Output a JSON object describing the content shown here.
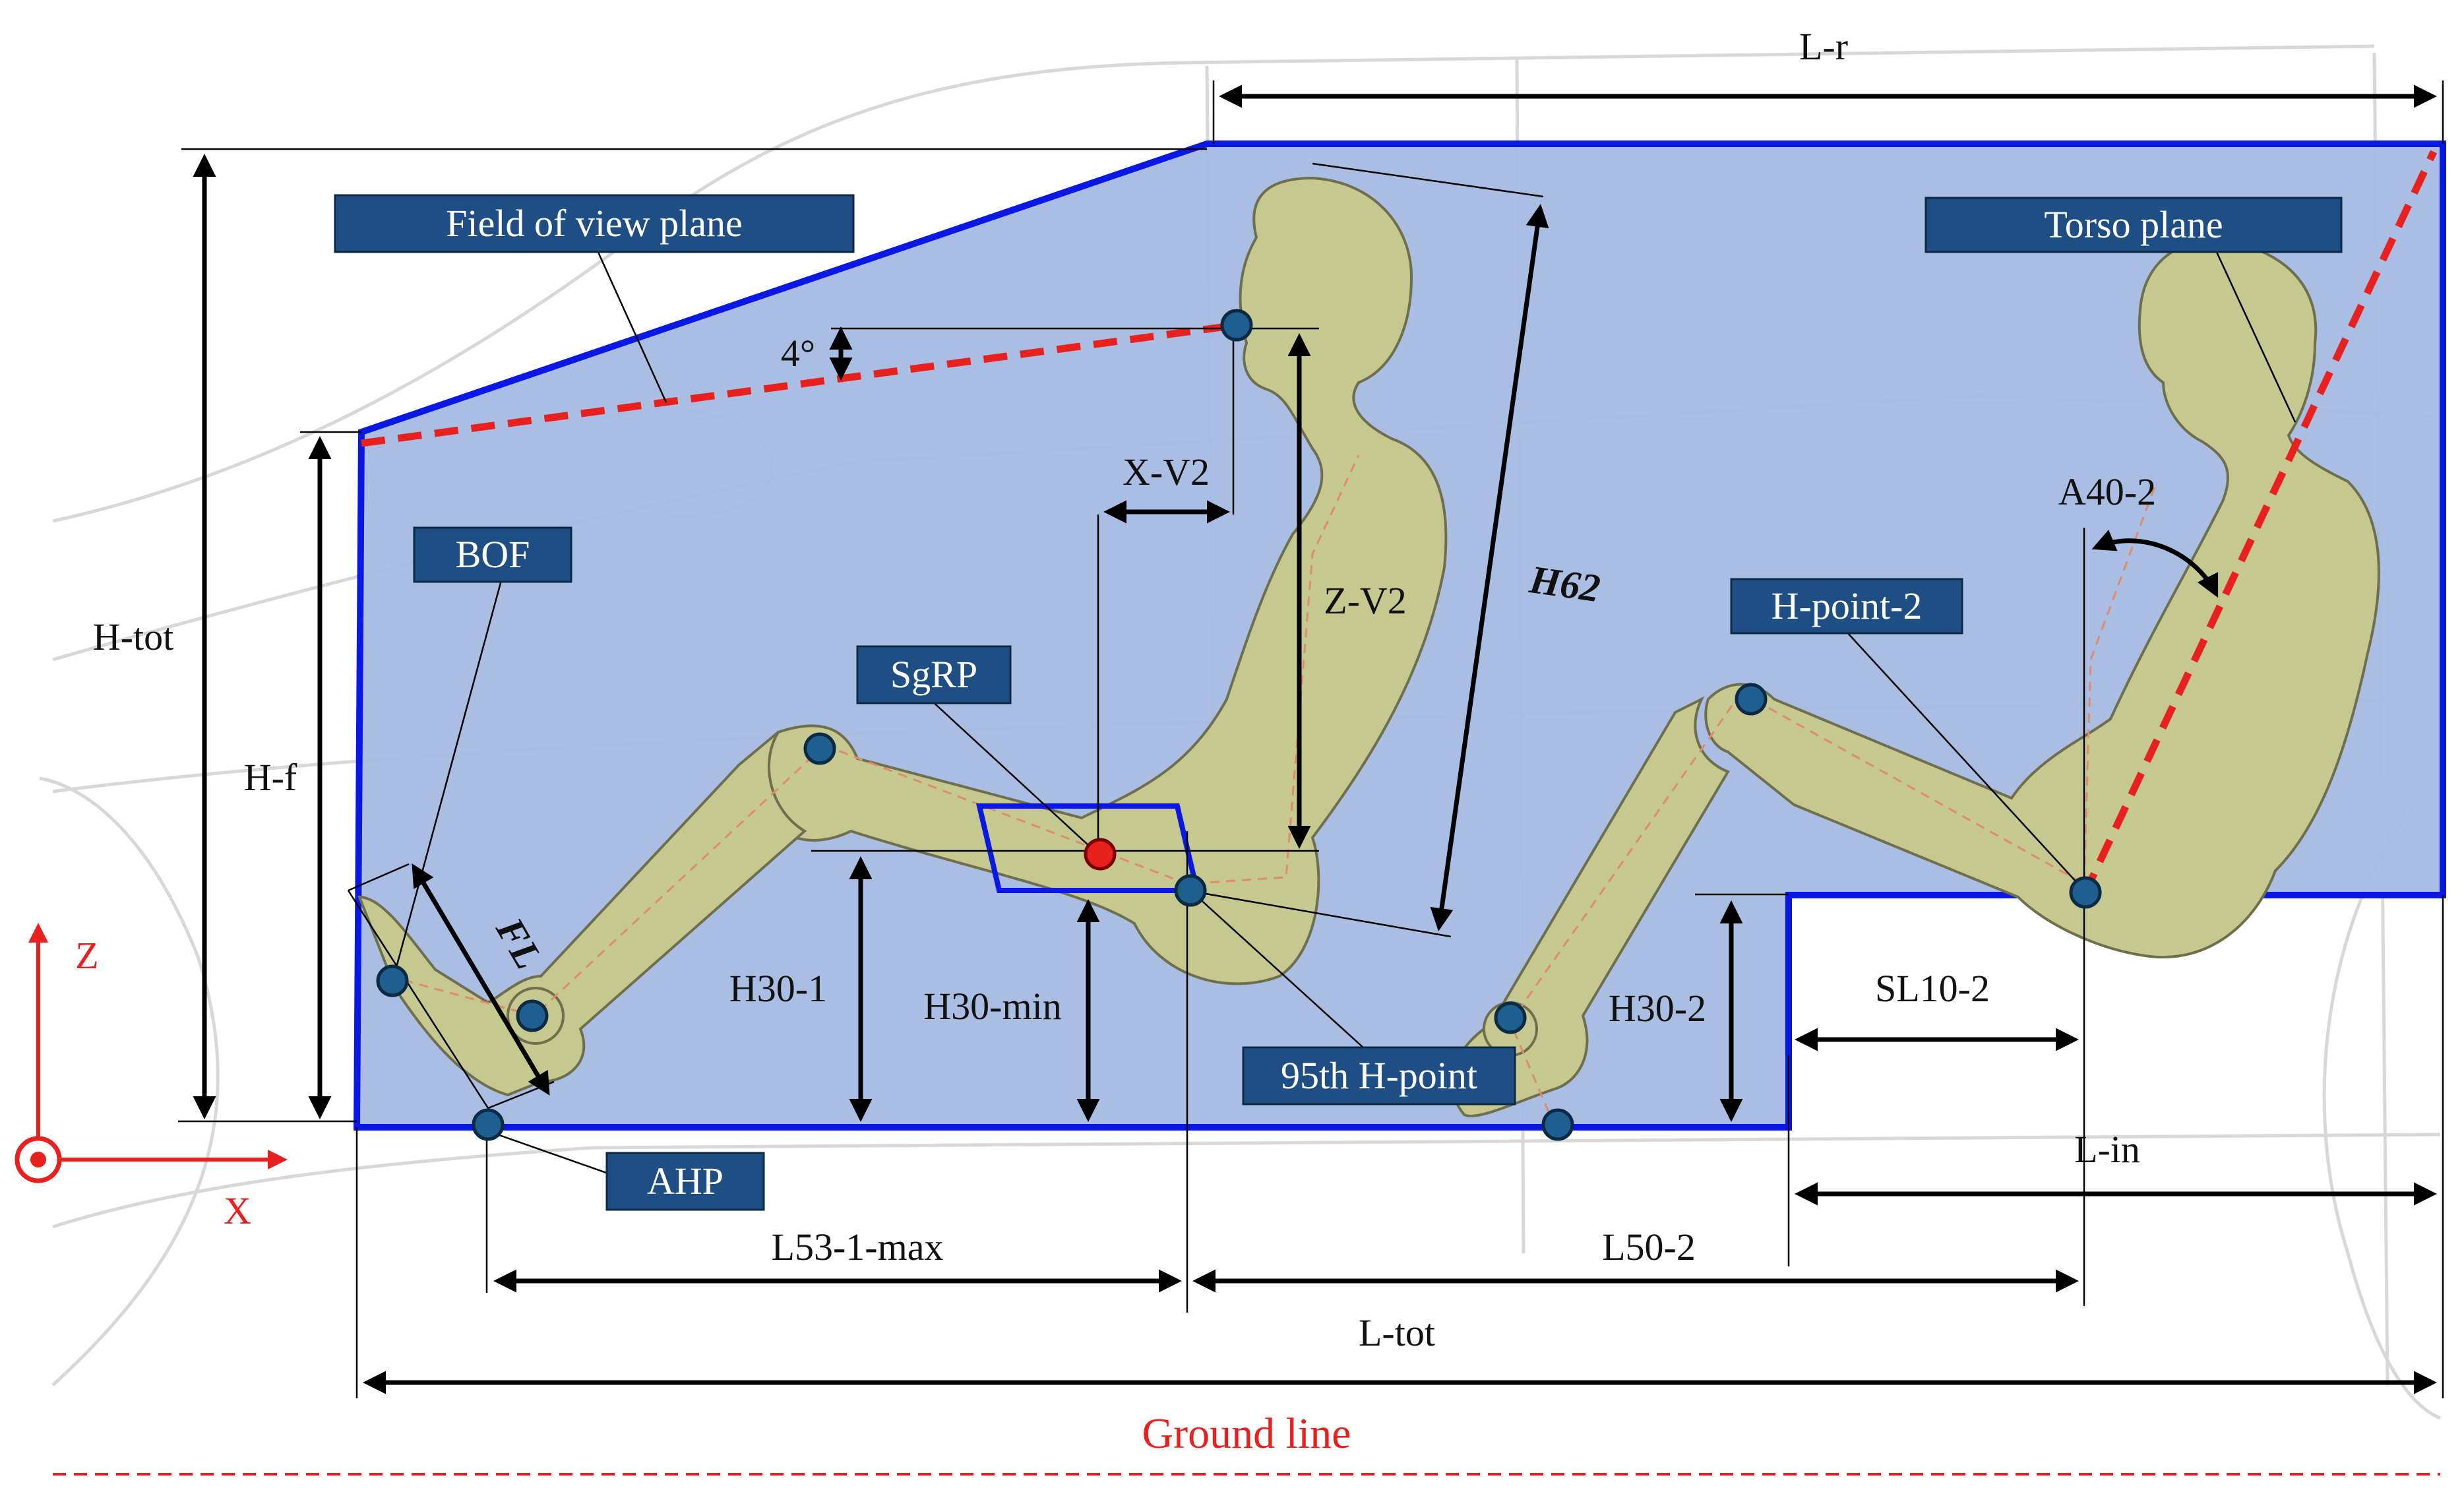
{
  "labels": {
    "field_of_view_plane": "Field of view plane",
    "torso_plane": "Torso plane",
    "bof": "BOF",
    "sgrp": "SgRP",
    "h_point_2": "H-point-2",
    "h_point_95": "95th H-point",
    "ahp": "AHP"
  },
  "dimensions": {
    "l_r": "L-r",
    "h_tot": "H-tot",
    "h_f": "H-f",
    "angle_4": "4°",
    "x_v2": "X-V2",
    "z_v2": "Z-V2",
    "h62": "H62",
    "a40_2": "A40-2",
    "fl": "FL",
    "h30_1": "H30-1",
    "h30_min": "H30-min",
    "h30_2": "H30-2",
    "sl10_2": "SL10-2",
    "l_in": "L-in",
    "l53_1_max": "L53-1-max",
    "l50_2": "L50-2",
    "l_tot": "L-tot"
  },
  "axes": {
    "z": "Z",
    "x": "X"
  },
  "ground_line": "Ground line",
  "colors": {
    "cabin_fill": "#a4b8e0",
    "cabin_outline": "#0a18e6",
    "label_box": "#1f4e85",
    "plane_red": "#e8201e",
    "manikin": "#c6c98f",
    "point": "#1f5f8f"
  }
}
